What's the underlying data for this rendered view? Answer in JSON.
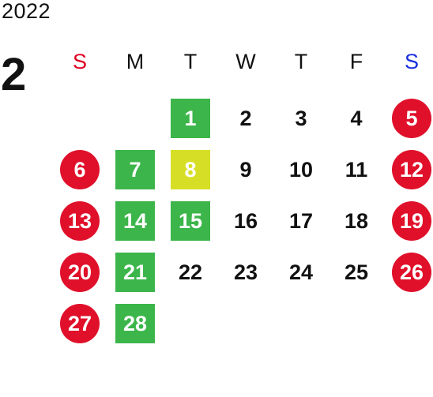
{
  "header": {
    "year": "2022",
    "month": "2"
  },
  "weekdays": [
    {
      "label": "S",
      "color": "#e00020"
    },
    {
      "label": "M",
      "color": "#111111"
    },
    {
      "label": "T",
      "color": "#111111"
    },
    {
      "label": "W",
      "color": "#111111"
    },
    {
      "label": "T",
      "color": "#111111"
    },
    {
      "label": "F",
      "color": "#111111"
    },
    {
      "label": "S",
      "color": "#1a2fe0"
    }
  ],
  "colors": {
    "holiday_circle": "#e0102a",
    "highlight_green": "#3cb54a",
    "highlight_yellow": "#d6df26"
  },
  "weeks": [
    [
      {
        "day": "",
        "style": "empty"
      },
      {
        "day": "",
        "style": "empty"
      },
      {
        "day": "1",
        "style": "green"
      },
      {
        "day": "2",
        "style": "plain"
      },
      {
        "day": "3",
        "style": "plain"
      },
      {
        "day": "4",
        "style": "plain"
      },
      {
        "day": "5",
        "style": "red-circle"
      }
    ],
    [
      {
        "day": "6",
        "style": "red-circle"
      },
      {
        "day": "7",
        "style": "green"
      },
      {
        "day": "8",
        "style": "yellow"
      },
      {
        "day": "9",
        "style": "plain"
      },
      {
        "day": "10",
        "style": "plain"
      },
      {
        "day": "11",
        "style": "plain"
      },
      {
        "day": "12",
        "style": "red-circle"
      }
    ],
    [
      {
        "day": "13",
        "style": "red-circle"
      },
      {
        "day": "14",
        "style": "green"
      },
      {
        "day": "15",
        "style": "green"
      },
      {
        "day": "16",
        "style": "plain"
      },
      {
        "day": "17",
        "style": "plain"
      },
      {
        "day": "18",
        "style": "plain"
      },
      {
        "day": "19",
        "style": "red-circle"
      }
    ],
    [
      {
        "day": "20",
        "style": "red-circle"
      },
      {
        "day": "21",
        "style": "green"
      },
      {
        "day": "22",
        "style": "plain"
      },
      {
        "day": "23",
        "style": "plain"
      },
      {
        "day": "24",
        "style": "plain"
      },
      {
        "day": "25",
        "style": "plain"
      },
      {
        "day": "26",
        "style": "red-circle"
      }
    ],
    [
      {
        "day": "27",
        "style": "red-circle"
      },
      {
        "day": "28",
        "style": "green"
      },
      {
        "day": "",
        "style": "empty"
      },
      {
        "day": "",
        "style": "empty"
      },
      {
        "day": "",
        "style": "empty"
      },
      {
        "day": "",
        "style": "empty"
      },
      {
        "day": "",
        "style": "empty"
      }
    ]
  ]
}
